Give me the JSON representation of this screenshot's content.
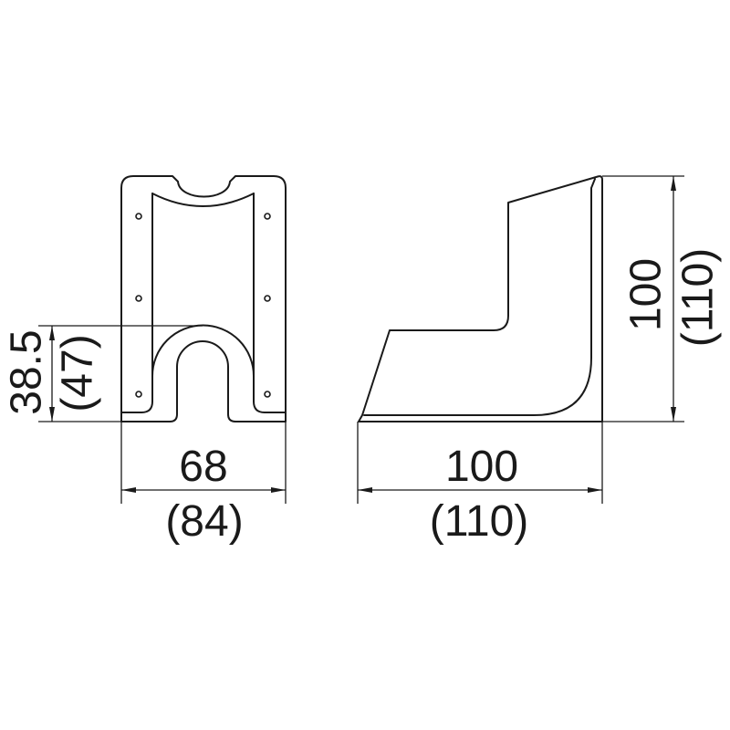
{
  "front_view": {
    "height_dimension": {
      "value": "38.5",
      "alt_value": "(47)"
    },
    "width_dimension": {
      "value": "68",
      "alt_value": "(84)"
    }
  },
  "side_view": {
    "height_dimension": {
      "value": "100",
      "alt_value": "(110)"
    },
    "width_dimension": {
      "value": "100",
      "alt_value": "(110)"
    }
  },
  "colors": {
    "line": "#1a1a1a",
    "background": "#ffffff"
  }
}
